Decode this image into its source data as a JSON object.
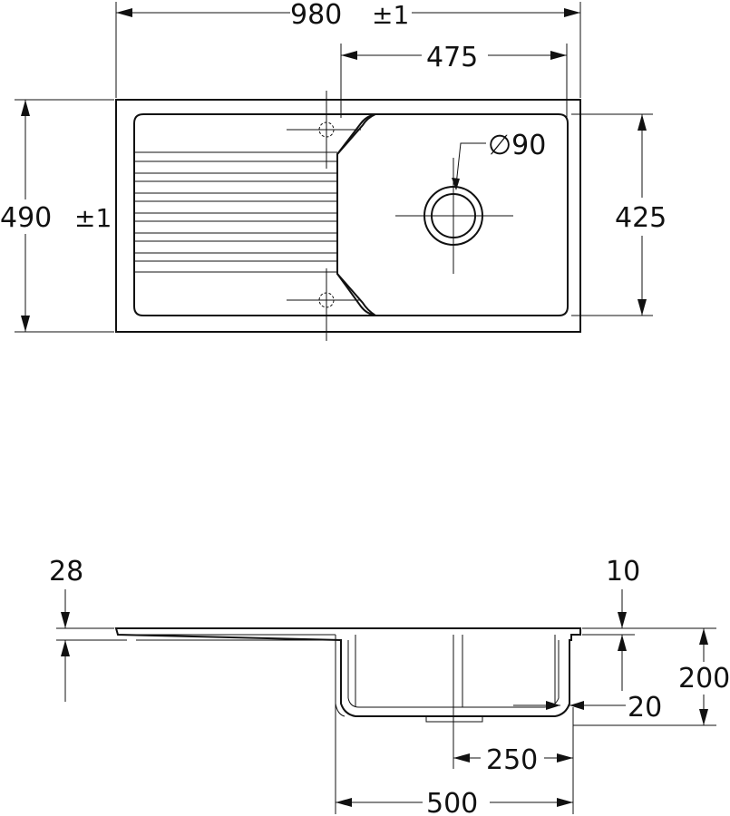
{
  "plan_view": {
    "overall_width": "980",
    "overall_width_tolerance": "±1",
    "bowl_offset_width": "475",
    "overall_depth": "490",
    "overall_depth_tolerance": "±1",
    "bowl_depth": "425",
    "waste_diameter": "∅90"
  },
  "section_view": {
    "rim_thickness": "28",
    "edge_thickness": "10",
    "bowl_height": "200",
    "base_offset": "20",
    "base_width": "250",
    "bowl_width": "500"
  },
  "colors": {
    "line": "#111111",
    "background": "#ffffff"
  }
}
